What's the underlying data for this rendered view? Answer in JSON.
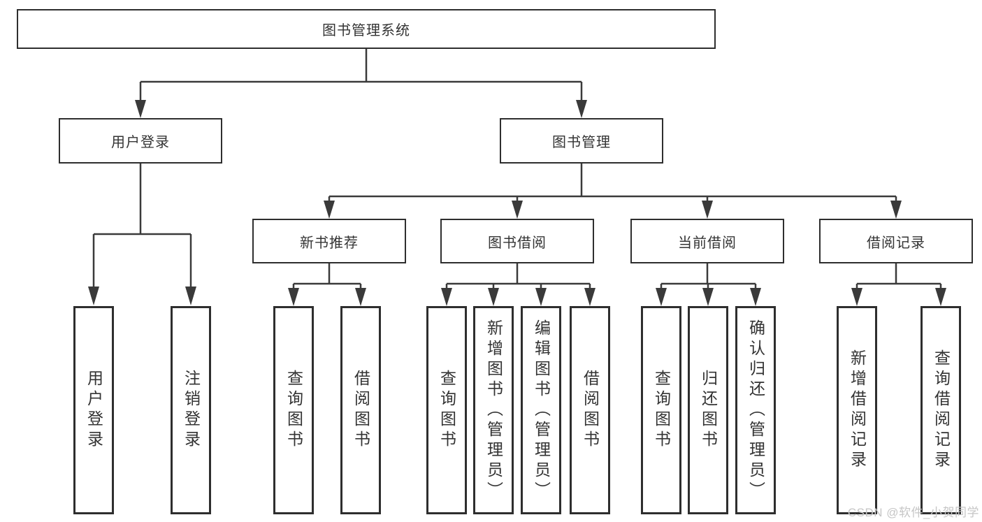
{
  "watermark": "CSDN @软件_小贺同学",
  "colors": {
    "line": "#3a3a3a",
    "box_border": "#2e2e2e",
    "text": "#333333",
    "background": "#ffffff",
    "watermark": "#c6c6c6"
  },
  "tree": {
    "label": "图书管理系统",
    "children": [
      {
        "label": "用户登录",
        "children": [
          {
            "label": "用户登录"
          },
          {
            "label": "注销登录"
          }
        ]
      },
      {
        "label": "图书管理",
        "children": [
          {
            "label": "新书推荐",
            "children": [
              {
                "label": "查询图书"
              },
              {
                "label": "借阅图书"
              }
            ]
          },
          {
            "label": "图书借阅",
            "children": [
              {
                "label": "查询图书"
              },
              {
                "label": "新增图书（管理员）"
              },
              {
                "label": "编辑图书（管理员）"
              },
              {
                "label": "借阅图书"
              }
            ]
          },
          {
            "label": "当前借阅",
            "children": [
              {
                "label": "查询图书"
              },
              {
                "label": "归还图书"
              },
              {
                "label": "确认归还（管理员）"
              }
            ]
          },
          {
            "label": "借阅记录",
            "children": [
              {
                "label": "新增借阅记录"
              },
              {
                "label": "查询借阅记录"
              }
            ]
          }
        ]
      }
    ]
  }
}
